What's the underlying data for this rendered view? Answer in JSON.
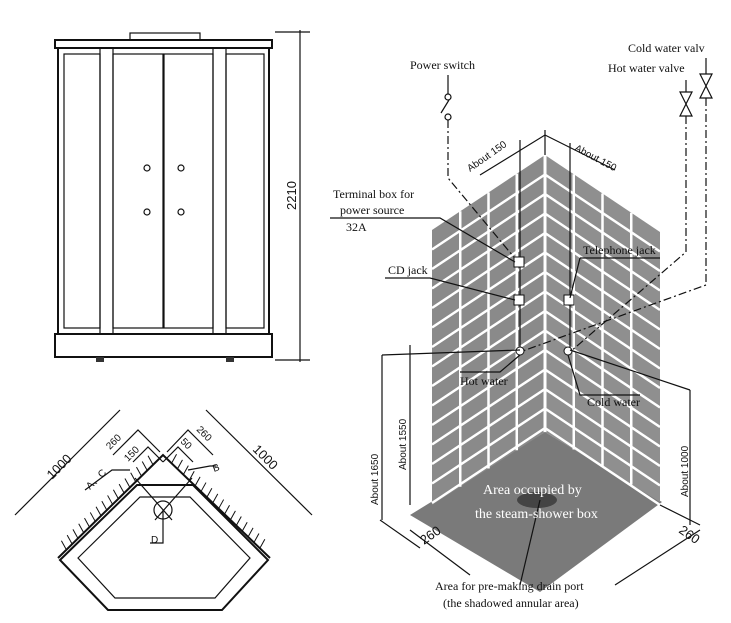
{
  "front_view": {
    "height_dim": "2210"
  },
  "plan_view": {
    "width_left": "1000",
    "width_right": "1000",
    "offset_left_outer": "260",
    "offset_left_inner": "150",
    "offset_right_outer": "260",
    "offset_right_inner": "50",
    "label_ac": "A、C",
    "label_b": "B",
    "label_d": "D"
  },
  "install_view": {
    "power_switch": "Power switch",
    "cold_valve": "Cold water valv",
    "hot_valve": "Hot water valve",
    "about_150_left": "About 150",
    "about_150_right": "About 150",
    "terminal_line1": "Terminal box for",
    "terminal_line2": "power source",
    "terminal_line3": "32A",
    "cd_jack": "CD jack",
    "telephone_jack": "Telephone jack",
    "hot_water": "Hot water",
    "cold_water": "Cold water",
    "about_1650": "About 1650",
    "about_1550": "About 1550",
    "about_1000": "About 1000",
    "area_line1": "Area occupied by",
    "area_line2": "the steam-shower box",
    "dim_260_left": "260",
    "dim_260_right": "260",
    "drain_line1": "Area for pre-making drain port",
    "drain_line2": "(the shadowed annular area)"
  },
  "colors": {
    "tile": "#8a8a8a",
    "floor": "#7a7a7a",
    "line": "#111111"
  }
}
